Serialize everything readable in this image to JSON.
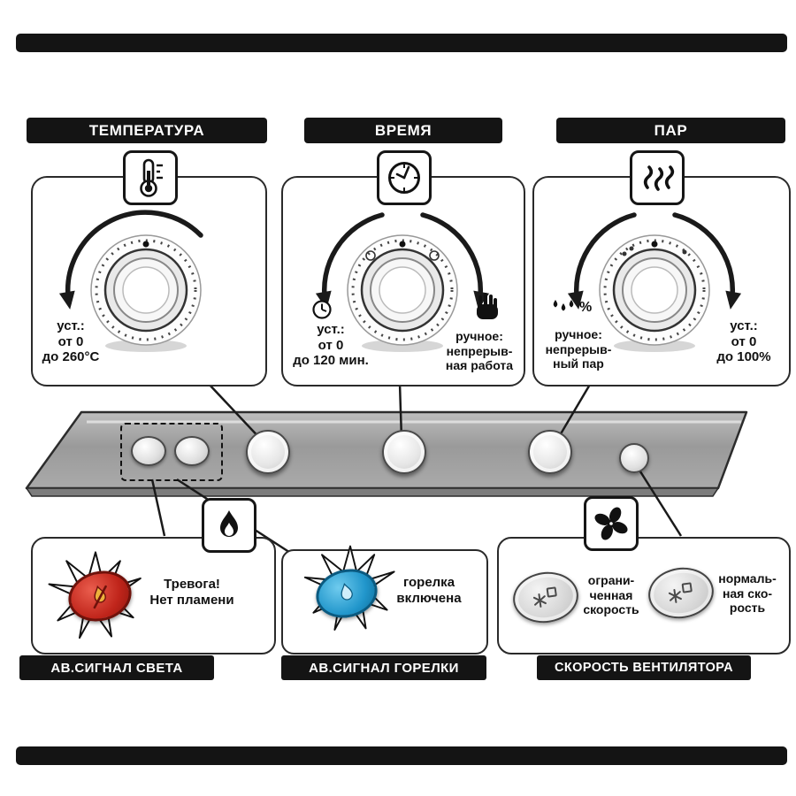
{
  "headers": {
    "temperature": "ТЕМПЕРАТУРА",
    "time": "ВРЕМЯ",
    "steam": "ПАР"
  },
  "temp_panel": {
    "set": {
      "l1": "уст.:",
      "l2": "от 0",
      "l3": "до 260°C"
    }
  },
  "time_panel": {
    "set": {
      "l1": "уст.:",
      "l2": "от 0",
      "l3": "до 120 мин."
    },
    "manual": {
      "l1": "ручное:",
      "l2": "непрерыв-",
      "l3": "ная работа"
    }
  },
  "steam_panel": {
    "manual": {
      "l1": "ручное:",
      "l2": "непрерыв-",
      "l3": "ный пар"
    },
    "manual_pct": "%",
    "set": {
      "l1": "уст.:",
      "l2": "от 0",
      "l3": "до 100%"
    }
  },
  "light_alarm": {
    "label": "АВ.СИГНАЛ СВЕТА",
    "t1": "Тревога!",
    "t2": "Нет пламени"
  },
  "burner_alarm": {
    "label": "АВ.СИГНАЛ ГОРЕЛКИ",
    "t1": "горелка",
    "t2": "включена"
  },
  "fan_speed": {
    "label": "СКОРОСТЬ ВЕНТИЛЯТОРА",
    "limited": {
      "l1": "ограни-",
      "l2": "ченная",
      "l3": "скорость"
    },
    "normal": {
      "l1": "нормаль-",
      "l2": "ная ско-",
      "l3": "рость"
    }
  },
  "colors": {
    "alarm_red": "#c0251b",
    "alarm_blue": "#2196cb",
    "strip_gray": "#a3a3a3",
    "label_bg": "#141414"
  }
}
